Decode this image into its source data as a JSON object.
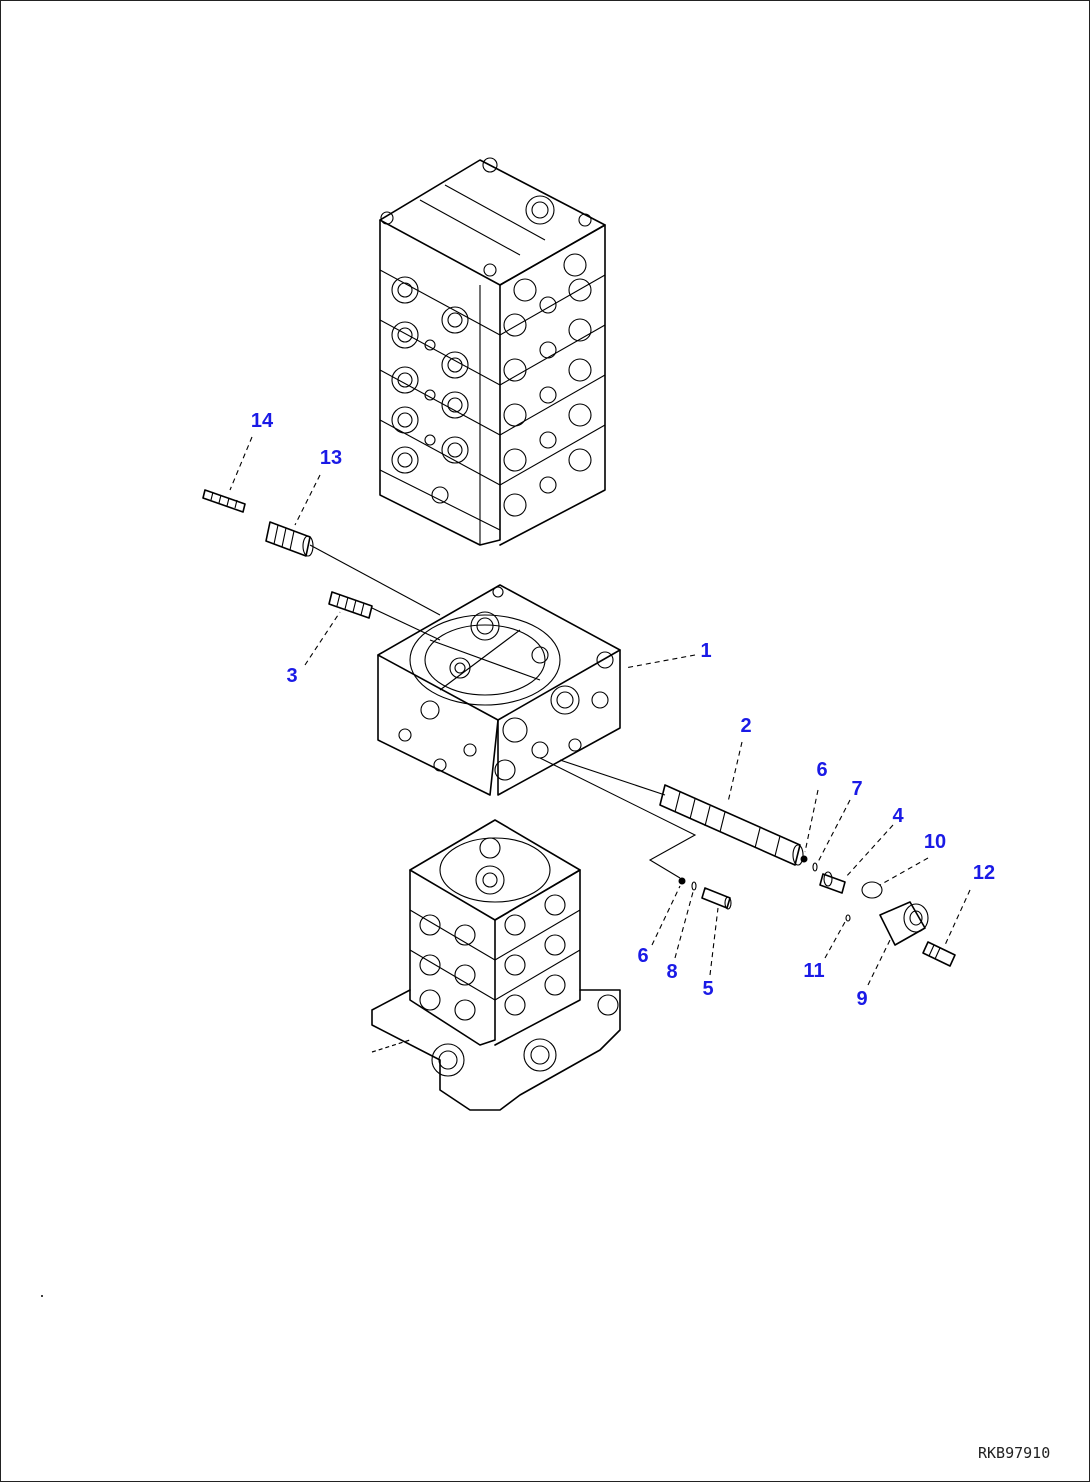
{
  "drawing_code": "RKB97910",
  "callouts": [
    {
      "id": "c1",
      "label": "1"
    },
    {
      "id": "c2",
      "label": "2"
    },
    {
      "id": "c3",
      "label": "3"
    },
    {
      "id": "c4",
      "label": "4"
    },
    {
      "id": "c5",
      "label": "5"
    },
    {
      "id": "c6a",
      "label": "6"
    },
    {
      "id": "c6b",
      "label": "6"
    },
    {
      "id": "c7",
      "label": "7"
    },
    {
      "id": "c8",
      "label": "8"
    },
    {
      "id": "c9",
      "label": "9"
    },
    {
      "id": "c10",
      "label": "10"
    },
    {
      "id": "c11",
      "label": "11"
    },
    {
      "id": "c12",
      "label": "12"
    },
    {
      "id": "c13",
      "label": "13"
    },
    {
      "id": "c14",
      "label": "14"
    }
  ],
  "colors": {
    "callout": "#1a1ae6",
    "line": "#000000",
    "background": "#ffffff"
  }
}
